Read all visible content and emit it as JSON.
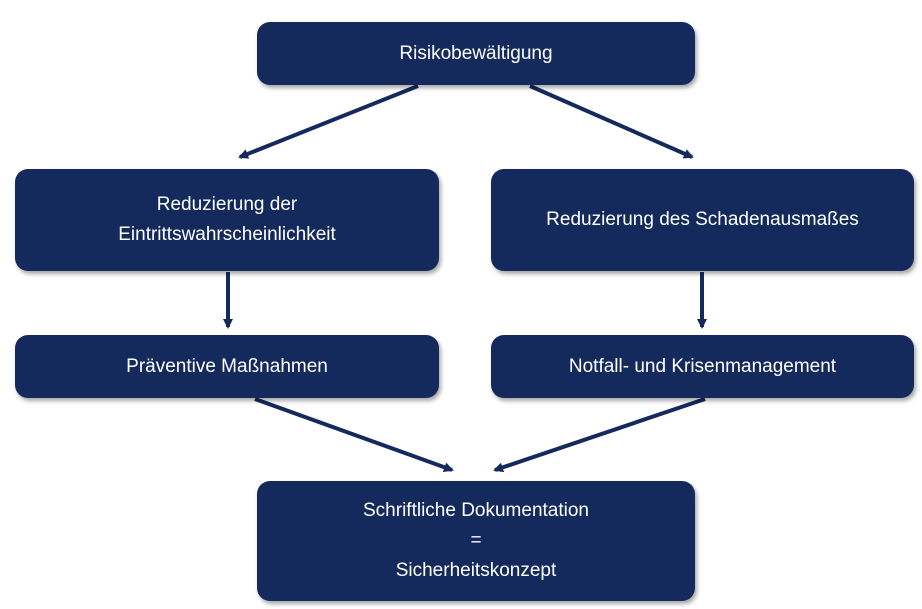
{
  "colors": {
    "box_fill": "#142a5c",
    "box_text": "#ffffff",
    "arrow": "#142a5c"
  },
  "nodes": {
    "top": {
      "label": "Risikobewältigung"
    },
    "left1": {
      "line1": "Reduzierung der",
      "line2": "Eintrittswahrscheinlichkeit"
    },
    "right1": {
      "label": "Reduzierung des Schadenausmaßes"
    },
    "left2": {
      "label": "Präventive Maßnahmen"
    },
    "right2": {
      "label": "Notfall- und Krisenmanagement"
    },
    "bottom": {
      "line1": "Schriftliche Dokumentation",
      "line2": "=",
      "line3": "Sicherheitskonzept"
    }
  },
  "edges": [
    {
      "from": "top",
      "to": "left1"
    },
    {
      "from": "top",
      "to": "right1"
    },
    {
      "from": "left1",
      "to": "left2"
    },
    {
      "from": "right1",
      "to": "right2"
    },
    {
      "from": "left2",
      "to": "bottom"
    },
    {
      "from": "right2",
      "to": "bottom"
    }
  ]
}
